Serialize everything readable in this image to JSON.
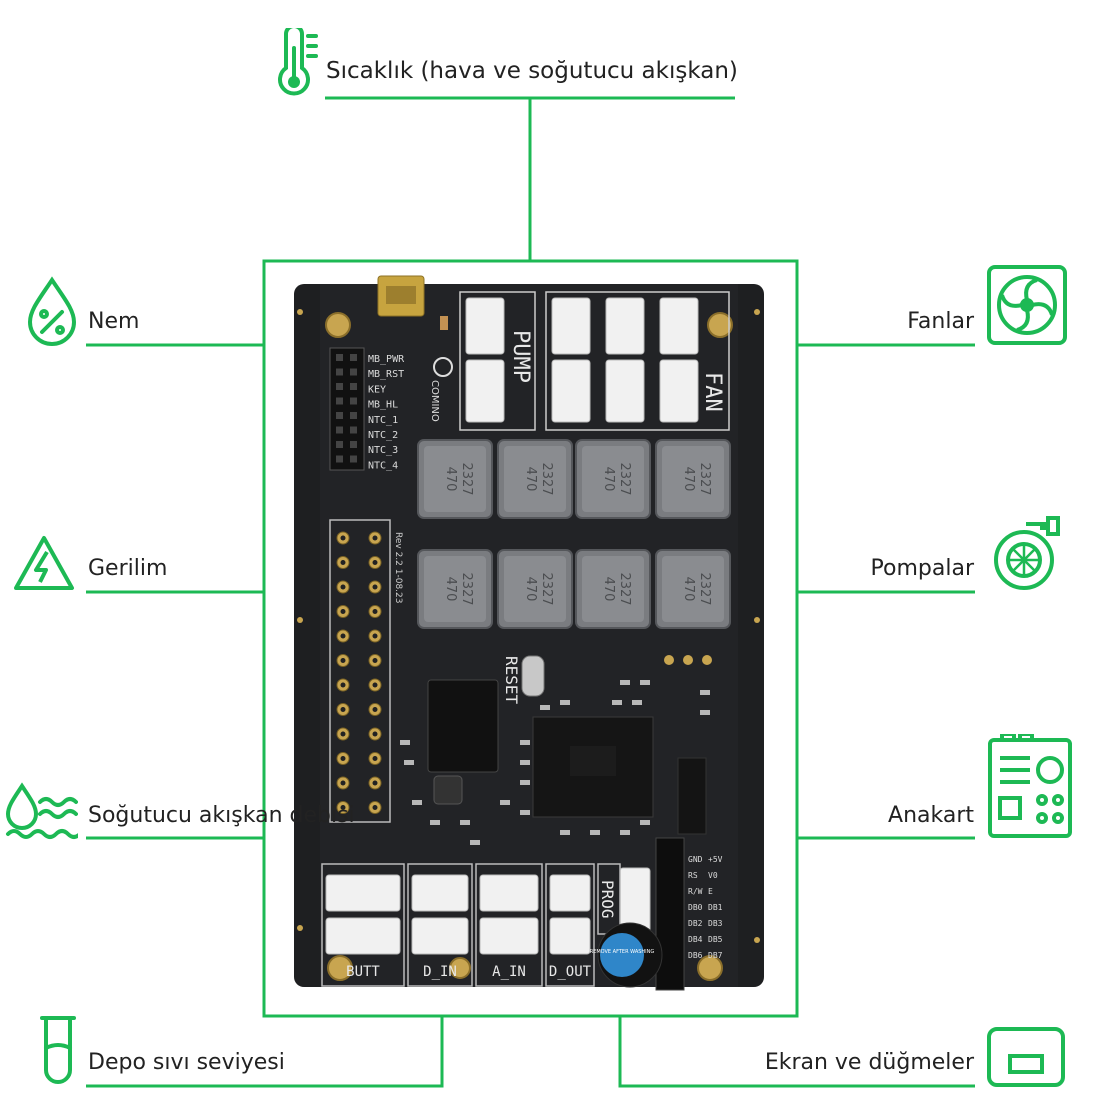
{
  "accent_color": "#1db954",
  "board": {
    "silk": {
      "pump": "PUMP",
      "fan": "FAN",
      "reset": "RESET",
      "prog": "PROG",
      "buzzer": "REMOVE AFTER WASHING",
      "brand": "COMINO",
      "rev": "Rev 2.2 1-08.23",
      "header_pins": [
        "MB_PWR",
        "MB_RST",
        "KEY",
        "MB_HL",
        "NTC_1",
        "NTC_2",
        "NTC_3",
        "NTC_4"
      ],
      "bottom_labels": [
        "BUTT",
        "D_IN",
        "A_IN",
        "D_OUT"
      ],
      "inductor_marks": [
        "470",
        "2327"
      ],
      "lcd_pins": [
        "GND",
        "+5V",
        "RS",
        "V0",
        "R/W",
        "E",
        "DB0",
        "DB1",
        "DB2",
        "DB3",
        "DB4",
        "DB5",
        "DB6",
        "DB7"
      ]
    }
  },
  "callouts": {
    "temperature": {
      "label": "Sıcaklık (hava ve soğutucu akışkan)",
      "icon": "thermometer-icon"
    },
    "humidity": {
      "label": "Nem",
      "icon": "water-drop-percent-icon"
    },
    "voltage": {
      "label": "Gerilim",
      "icon": "high-voltage-icon"
    },
    "coolant_flow": {
      "label": "Soğutucu akışkan debisi",
      "icon": "water-waves-icon"
    },
    "tank_level": {
      "label": "Depo sıvı seviyesi",
      "icon": "test-tube-icon"
    },
    "fans": {
      "label": "Fanlar",
      "icon": "fan-icon"
    },
    "pumps": {
      "label": "Pompalar",
      "icon": "pump-icon"
    },
    "motherboard": {
      "label": "Anakart",
      "icon": "motherboard-icon"
    },
    "display_buttons": {
      "label": "Ekran ve düğmeler",
      "icon": "display-icon"
    }
  }
}
